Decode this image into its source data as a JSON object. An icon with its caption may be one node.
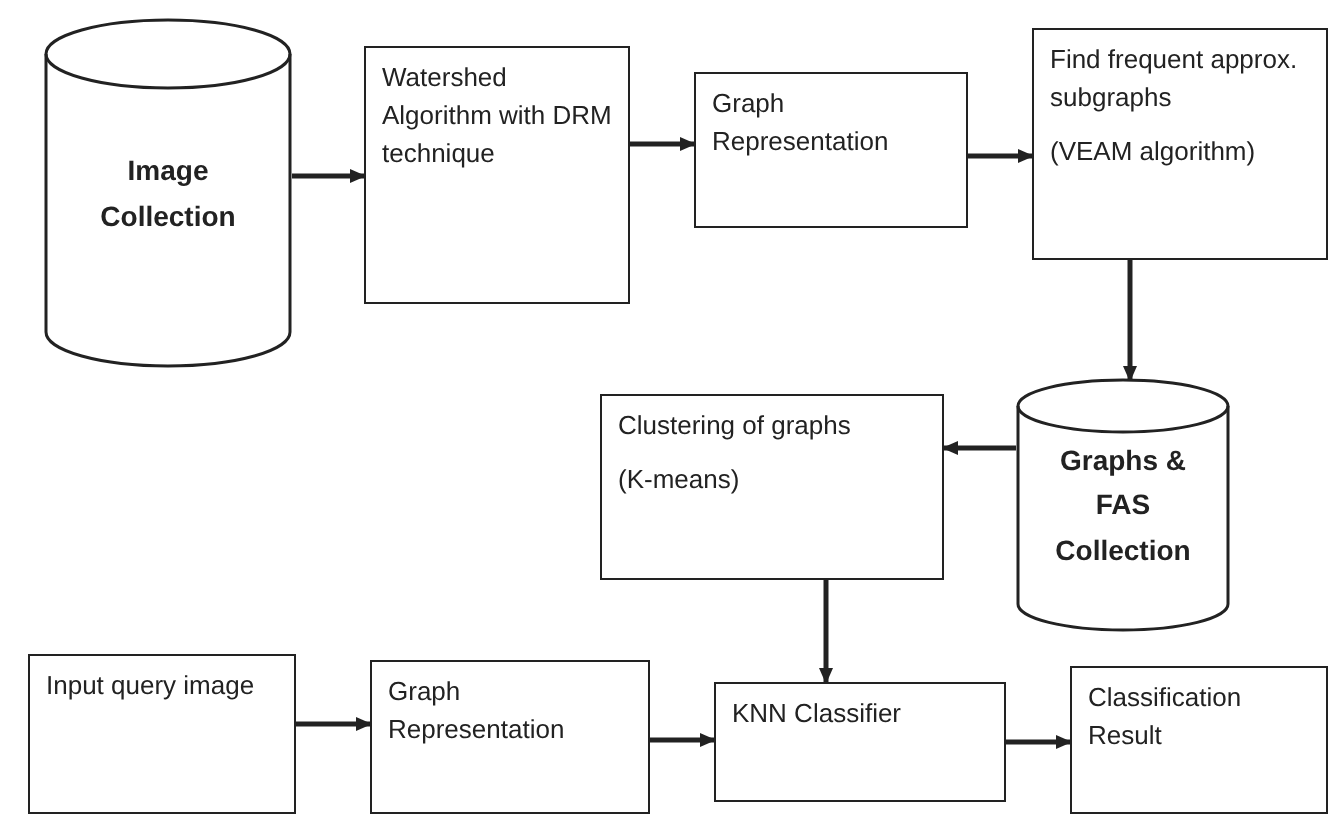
{
  "diagram": {
    "nodes": [
      {
        "text": [
          "Image Collection"
        ]
      },
      {
        "text": [
          "Watershed Algorithm with DRM technique"
        ]
      },
      {
        "text": [
          "Graph Representation"
        ]
      },
      {
        "text": [
          "Find frequent approx. subgraphs",
          "(VEAM algorithm)"
        ]
      },
      {
        "text": [
          "Graphs & FAS Collection"
        ]
      },
      {
        "text": [
          "Clustering of graphs",
          "(K-means)"
        ]
      },
      {
        "text": [
          "Input query image"
        ]
      },
      {
        "text": [
          "Graph Representation"
        ]
      },
      {
        "text": [
          "KNN Classifier"
        ]
      },
      {
        "text": [
          "Classification Result"
        ]
      }
    ],
    "edges": [
      {
        "from": 0,
        "to": 1,
        "arrow": "to"
      },
      {
        "from": 1,
        "to": 2,
        "arrow": "to"
      },
      {
        "from": 2,
        "to": 3,
        "arrow": "to"
      },
      {
        "from": 3,
        "to": 4,
        "arrow": "to"
      },
      {
        "from": 4,
        "to": 5,
        "arrow": "to"
      },
      {
        "from": 5,
        "to": 8,
        "arrow": "to"
      },
      {
        "from": 6,
        "to": 7,
        "arrow": "to"
      },
      {
        "from": 7,
        "to": 8,
        "arrow": "to"
      },
      {
        "from": 8,
        "to": 9,
        "arrow": "to"
      }
    ]
  }
}
